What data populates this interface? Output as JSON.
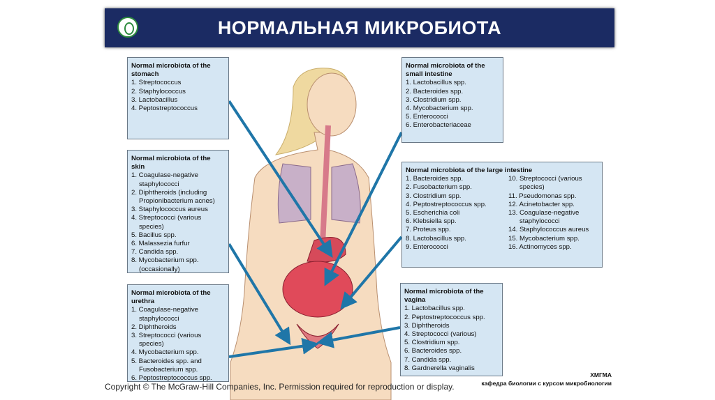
{
  "title": "НОРМАЛЬНАЯ МИКРОБИОТА",
  "colors": {
    "title_bar": "#1b2b63",
    "box_fill": "#d5e6f3",
    "arrow": "#1f76a8",
    "skin": "#f6dcc0"
  },
  "boxes": {
    "stomach": {
      "heading": "Normal microbiota of the stomach",
      "items": [
        "1. Streptococcus",
        "2. Staphylococcus",
        "3. Lactobacillus",
        "4. Peptostreptococcus"
      ]
    },
    "skin": {
      "heading": "Normal microbiota of the skin",
      "items": [
        "1. Coagulase-negative staphylococci",
        "2. Diphtheroids (including Propionibacterium acnes)",
        "3. Staphylococcus aureus",
        "4. Streptococci (various species)",
        "5. Bacillus spp.",
        "6. Malassezia furfur",
        "7. Candida spp.",
        "8. Mycobacterium spp. (occasionally)"
      ]
    },
    "urethra": {
      "heading": "Normal microbiota of the urethra",
      "items": [
        "1. Coagulase-negative staphylococci",
        "2. Diphtheroids",
        "3. Streptococci (various species)",
        "4. Mycobacterium spp.",
        "5. Bacteroides spp. and Fusobacterium spp.",
        "6. Peptostreptococcus spp."
      ]
    },
    "small_intestine": {
      "heading": "Normal microbiota of the small intestine",
      "items": [
        "1. Lactobacillus spp.",
        "2. Bacteroides spp.",
        "3. Clostridium spp.",
        "4. Mycobacterium spp.",
        "5. Enterococci",
        "6. Enterobacteriaceae"
      ]
    },
    "large_intestine": {
      "heading": "Normal microbiota of the large intestine",
      "items_left": [
        "1. Bacteroides spp.",
        "2. Fusobacterium spp.",
        "3. Clostridium spp.",
        "4. Peptostreptococcus spp.",
        "5. Escherichia coli",
        "6. Klebsiella spp.",
        "7. Proteus spp.",
        "8. Lactobacillus spp.",
        "9. Enterococci"
      ],
      "items_right": [
        "10. Streptococci (various species)",
        "11. Pseudomonas spp.",
        "12. Acinetobacter spp.",
        "13. Coagulase-negative staphylococci",
        "14. Staphylococcus aureus",
        "15. Mycobacterium spp.",
        "16. Actinomyces spp."
      ]
    },
    "vagina": {
      "heading": "Normal microbiota of the vagina",
      "items": [
        "1. Lactobacillus spp.",
        "2. Peptostreptococcus spp.",
        "3. Diphtheroids",
        "4. Streptococci (various)",
        "5. Clostridium spp.",
        "6. Bacteroides spp.",
        "7. Candida spp.",
        "8. Gardnerella vaginalis"
      ]
    }
  },
  "copyright": "Copyright © The McGraw-Hill Companies, Inc. Permission required for reproduction or display.",
  "org": {
    "name": "ХМГМА",
    "dept": "кафедра биологии с курсом микробиологии"
  }
}
